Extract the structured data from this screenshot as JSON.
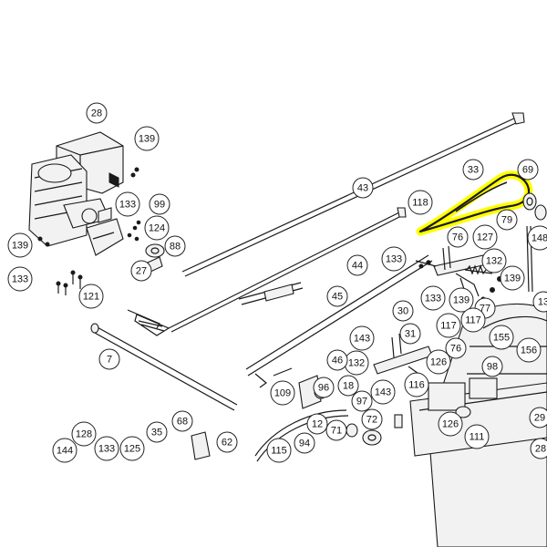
{
  "diagram": {
    "highlight_color": "#ffff00",
    "highlighted_part": "33",
    "callouts": [
      "28",
      "139",
      "133",
      "99",
      "124",
      "139",
      "88",
      "27",
      "133",
      "121",
      "43",
      "118",
      "76",
      "127",
      "33",
      "69",
      "79",
      "148",
      "44",
      "133",
      "132",
      "139",
      "45",
      "7",
      "30",
      "133",
      "139",
      "77",
      "117",
      "117",
      "13",
      "143",
      "31",
      "155",
      "156",
      "132",
      "76",
      "46",
      "126",
      "98",
      "18",
      "116",
      "143",
      "97",
      "109",
      "96",
      "12",
      "72",
      "126",
      "111",
      "71",
      "128",
      "133",
      "125",
      "35",
      "68",
      "62",
      "115",
      "94",
      "144",
      "29",
      "28"
    ]
  }
}
